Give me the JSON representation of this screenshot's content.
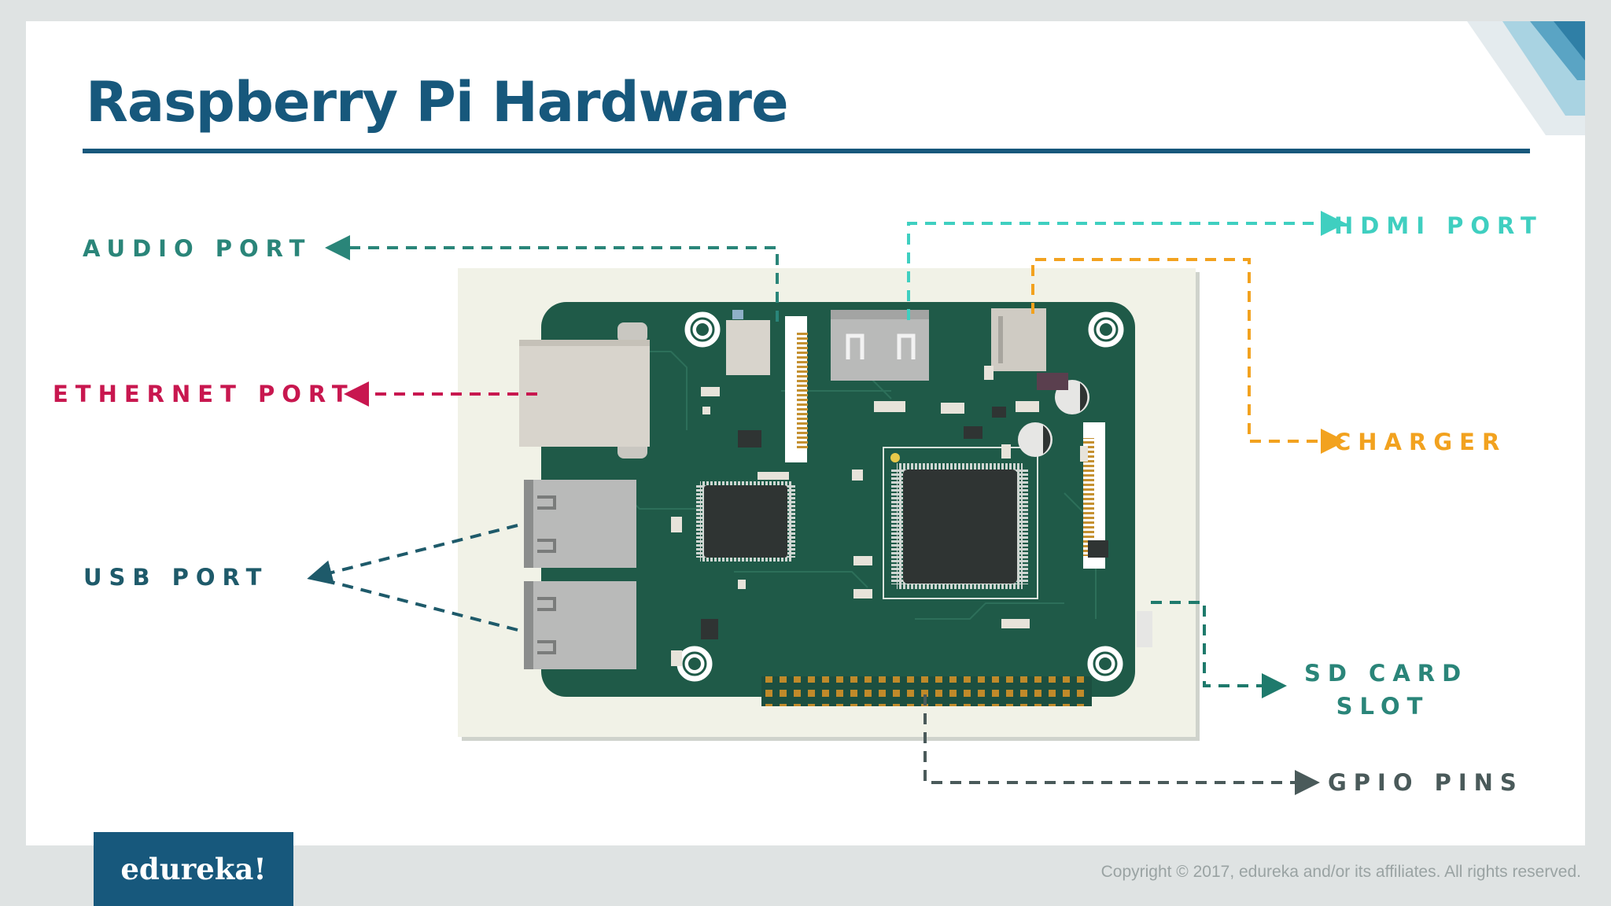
{
  "slide": {
    "title": "Raspberry Pi Hardware"
  },
  "labels": {
    "audio_port": "AUDIO PORT",
    "ethernet_port": "ETHERNET PORT",
    "usb_port": "USB PORT",
    "hdmi_port": "HDMI PORT",
    "charger": "CHARGER",
    "sd_card_slot_line1": "SD CARD",
    "sd_card_slot_line2": "SLOT",
    "gpio_pins": "GPIO PINS"
  },
  "footer": {
    "logo": "edureka!",
    "copyright": "Copyright © 2017, edureka and/or its affiliates. All rights reserved."
  },
  "colors": {
    "title": "#17587c",
    "board": "#1f5a48",
    "audio": "#2a8579",
    "hdmi": "#3fcfc0",
    "ethernet": "#c8174f",
    "charger": "#f2a21f",
    "usb": "#1e5a6a",
    "gpio": "#4a5a5a"
  }
}
